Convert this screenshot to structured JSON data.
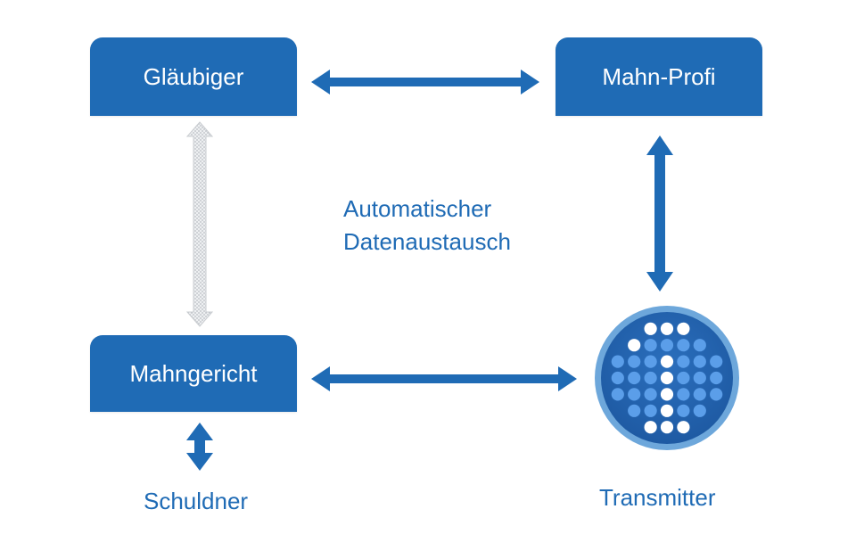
{
  "nodes": {
    "glaeubiger": "Gläubiger",
    "mahn_profi": "Mahn-Profi",
    "mahngericht": "Mahngericht",
    "schuldner": "Schuldner",
    "transmitter": "Transmitter"
  },
  "center_label": {
    "line1": "Automatischer",
    "line2": "Datenaustausch"
  },
  "colors": {
    "primary": "#1f6bb5",
    "dotted_arrow": "#d0d3d6",
    "logo_ring": "#6da7db",
    "logo_dot_light": "#5b9ee9",
    "logo_dot_white": "#ffffff"
  },
  "icons": {
    "transmitter_logo": "circular-dot-matrix-icon"
  }
}
